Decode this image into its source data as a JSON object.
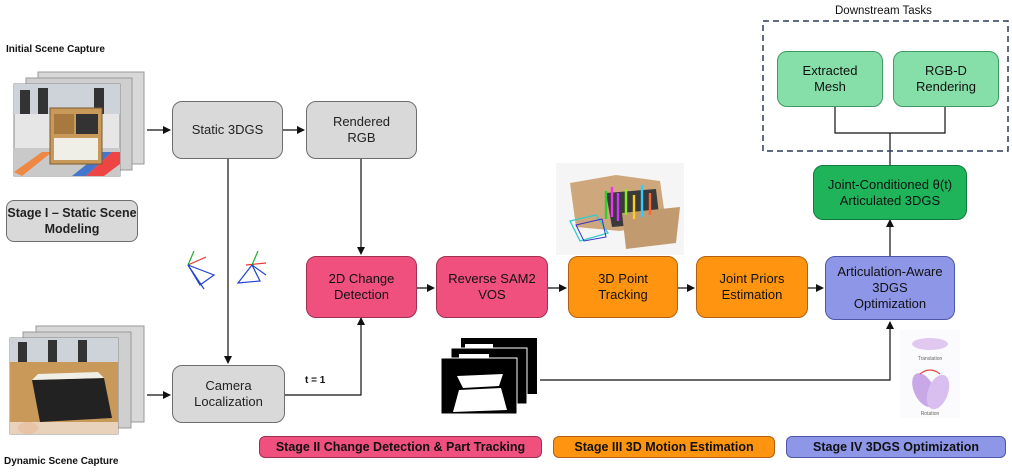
{
  "labels": {
    "initial_capture": "Initial Scene Capture",
    "dynamic_capture": "Dynamic  Scene Capture",
    "downstream_title": "Downstream Tasks",
    "t_label": "t = 1"
  },
  "nodes": {
    "static_3dgs": "Static 3DGS",
    "rendered_rgb": "Rendered\nRGB",
    "stage1": "Stage I – Static Scene\nModeling",
    "camera_localization": "Camera\nLocalization",
    "change_detection": "2D Change\nDetection",
    "reverse_sam2": "Reverse SAM2\nVOS",
    "point_tracking": "3D Point\nTracking",
    "joint_priors": "Joint Priors\nEstimation",
    "articulation_opt": "Articulation-Aware\n3DGS\nOptimization",
    "joint_conditioned": "Joint-Conditioned θ(t)\nArticulated 3DGS",
    "extracted_mesh": "Extracted\nMesh",
    "rgbd_rendering": "RGB-D\nRendering"
  },
  "legend": {
    "stage2": "Stage II Change Detection & Part Tracking",
    "stage3": "Stage III 3D Motion Estimation",
    "stage4": "Stage IV 3DGS Optimization"
  },
  "thumb_text": {
    "translation": "Translation",
    "rotation": "Rotation"
  },
  "colors": {
    "gray": "#d9d9d9",
    "pink": "#f0507e",
    "orange": "#ff9410",
    "purple": "#8e96e8",
    "dark_green": "#1fb35a",
    "light_green": "#86dfa8"
  },
  "icons": [
    "cabinet-photo-stack",
    "open-drawer-photo-stack",
    "camera-frustum-icon",
    "point-cloud-thumbnail",
    "mask-stack-icon",
    "motion-thumbnail"
  ]
}
